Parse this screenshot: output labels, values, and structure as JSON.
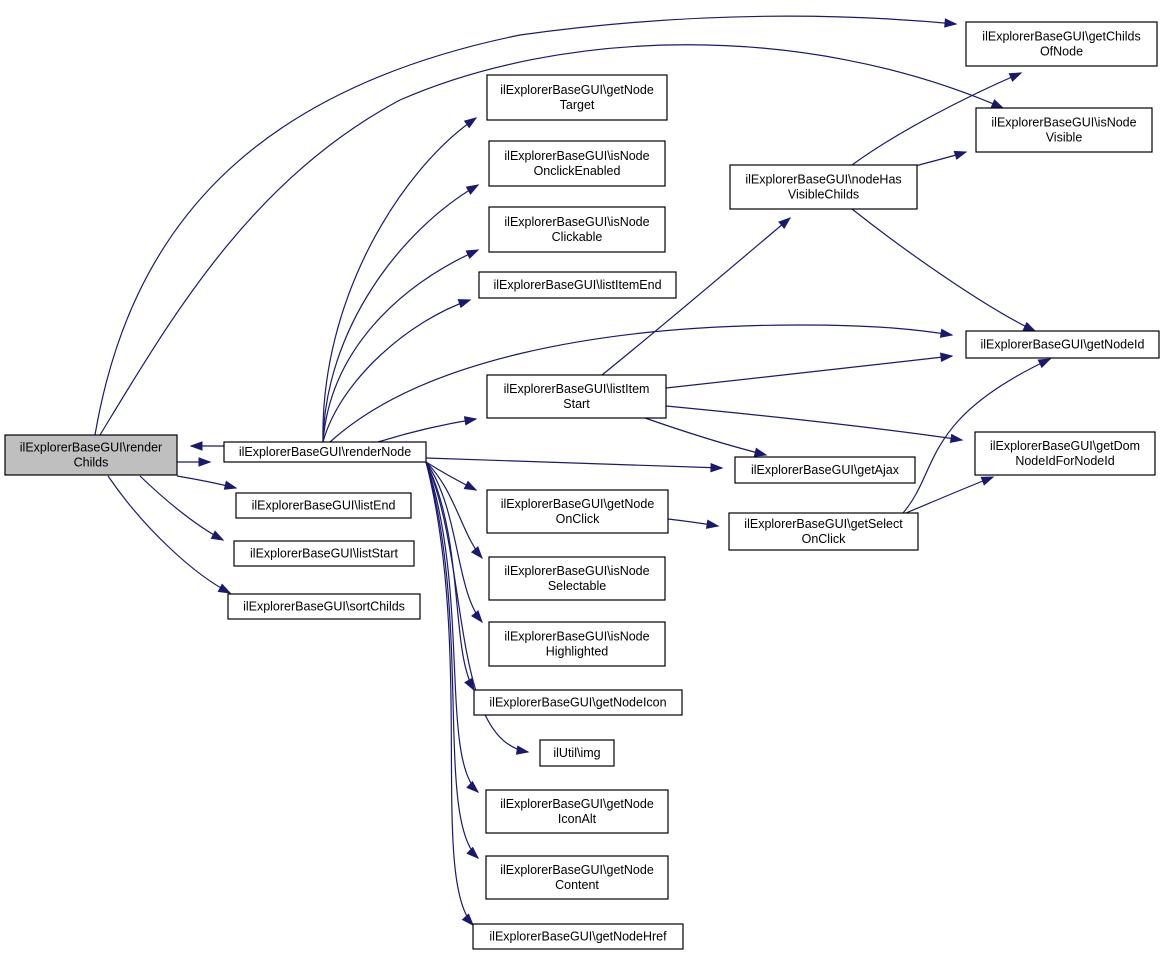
{
  "diagram": {
    "type": "call-graph",
    "colors": {
      "edge": "#191970",
      "root_fill": "#bfbfbf",
      "node_fill": "#ffffff",
      "node_border": "#000000"
    },
    "nodes": [
      {
        "id": "renderChilds",
        "lines": [
          "ilExplorerBaseGUI\\render",
          "Childs"
        ],
        "root": true
      },
      {
        "id": "renderNode",
        "lines": [
          "ilExplorerBaseGUI\\renderNode"
        ]
      },
      {
        "id": "listEnd",
        "lines": [
          "ilExplorerBaseGUI\\listEnd"
        ]
      },
      {
        "id": "listStart",
        "lines": [
          "ilExplorerBaseGUI\\listStart"
        ]
      },
      {
        "id": "sortChilds",
        "lines": [
          "ilExplorerBaseGUI\\sortChilds"
        ]
      },
      {
        "id": "getNodeTarget",
        "lines": [
          "ilExplorerBaseGUI\\getNode",
          "Target"
        ]
      },
      {
        "id": "isNodeOnclickEnabled",
        "lines": [
          "ilExplorerBaseGUI\\isNode",
          "OnclickEnabled"
        ]
      },
      {
        "id": "isNodeClickable",
        "lines": [
          "ilExplorerBaseGUI\\isNode",
          "Clickable"
        ]
      },
      {
        "id": "listItemEnd",
        "lines": [
          "ilExplorerBaseGUI\\listItemEnd"
        ]
      },
      {
        "id": "listItemStart",
        "lines": [
          "ilExplorerBaseGUI\\listItem",
          "Start"
        ]
      },
      {
        "id": "getNodeOnClick",
        "lines": [
          "ilExplorerBaseGUI\\getNode",
          "OnClick"
        ]
      },
      {
        "id": "isNodeSelectable",
        "lines": [
          "ilExplorerBaseGUI\\isNode",
          "Selectable"
        ]
      },
      {
        "id": "isNodeHighlighted",
        "lines": [
          "ilExplorerBaseGUI\\isNode",
          "Highlighted"
        ]
      },
      {
        "id": "getNodeIcon",
        "lines": [
          "ilExplorerBaseGUI\\getNodeIcon"
        ]
      },
      {
        "id": "img",
        "lines": [
          "ilUtil\\img"
        ]
      },
      {
        "id": "getNodeIconAlt",
        "lines": [
          "ilExplorerBaseGUI\\getNode",
          "IconAlt"
        ]
      },
      {
        "id": "getNodeContent",
        "lines": [
          "ilExplorerBaseGUI\\getNode",
          "Content"
        ]
      },
      {
        "id": "getNodeHref",
        "lines": [
          "ilExplorerBaseGUI\\getNodeHref"
        ]
      },
      {
        "id": "nodeHasVisibleChilds",
        "lines": [
          "ilExplorerBaseGUI\\nodeHas",
          "VisibleChilds"
        ]
      },
      {
        "id": "getAjax",
        "lines": [
          "ilExplorerBaseGUI\\getAjax"
        ]
      },
      {
        "id": "getSelectOnClick",
        "lines": [
          "ilExplorerBaseGUI\\getSelect",
          "OnClick"
        ]
      },
      {
        "id": "getChildsOfNode",
        "lines": [
          "ilExplorerBaseGUI\\getChilds",
          "OfNode"
        ]
      },
      {
        "id": "isNodeVisible",
        "lines": [
          "ilExplorerBaseGUI\\isNode",
          "Visible"
        ]
      },
      {
        "id": "getNodeId",
        "lines": [
          "ilExplorerBaseGUI\\getNodeId"
        ]
      },
      {
        "id": "getDomNodeIdForNodeId",
        "lines": [
          "ilExplorerBaseGUI\\getDom",
          "NodeIdForNodeId"
        ]
      }
    ],
    "edges": [
      {
        "from": "renderChilds",
        "to": "renderNode"
      },
      {
        "from": "renderNode",
        "to": "renderChilds"
      },
      {
        "from": "renderChilds",
        "to": "listEnd"
      },
      {
        "from": "renderChilds",
        "to": "listStart"
      },
      {
        "from": "renderChilds",
        "to": "sortChilds"
      },
      {
        "from": "renderChilds",
        "to": "getChildsOfNode"
      },
      {
        "from": "renderChilds",
        "to": "isNodeVisible"
      },
      {
        "from": "renderNode",
        "to": "getNodeTarget"
      },
      {
        "from": "renderNode",
        "to": "isNodeOnclickEnabled"
      },
      {
        "from": "renderNode",
        "to": "isNodeClickable"
      },
      {
        "from": "renderNode",
        "to": "listItemEnd"
      },
      {
        "from": "renderNode",
        "to": "getNodeId"
      },
      {
        "from": "renderNode",
        "to": "listItemStart"
      },
      {
        "from": "renderNode",
        "to": "getAjax"
      },
      {
        "from": "renderNode",
        "to": "getNodeOnClick"
      },
      {
        "from": "renderNode",
        "to": "isNodeSelectable"
      },
      {
        "from": "renderNode",
        "to": "isNodeHighlighted"
      },
      {
        "from": "renderNode",
        "to": "getNodeIcon"
      },
      {
        "from": "renderNode",
        "to": "img"
      },
      {
        "from": "renderNode",
        "to": "getNodeIconAlt"
      },
      {
        "from": "renderNode",
        "to": "getNodeContent"
      },
      {
        "from": "renderNode",
        "to": "getNodeHref"
      },
      {
        "from": "listItemStart",
        "to": "nodeHasVisibleChilds"
      },
      {
        "from": "listItemStart",
        "to": "getNodeId"
      },
      {
        "from": "listItemStart",
        "to": "getDomNodeIdForNodeId"
      },
      {
        "from": "listItemStart",
        "to": "getAjax"
      },
      {
        "from": "nodeHasVisibleChilds",
        "to": "getChildsOfNode"
      },
      {
        "from": "nodeHasVisibleChilds",
        "to": "isNodeVisible"
      },
      {
        "from": "nodeHasVisibleChilds",
        "to": "getNodeId"
      },
      {
        "from": "getNodeOnClick",
        "to": "getSelectOnClick"
      },
      {
        "from": "getSelectOnClick",
        "to": "getNodeId"
      },
      {
        "from": "getSelectOnClick",
        "to": "getDomNodeIdForNodeId"
      }
    ]
  }
}
